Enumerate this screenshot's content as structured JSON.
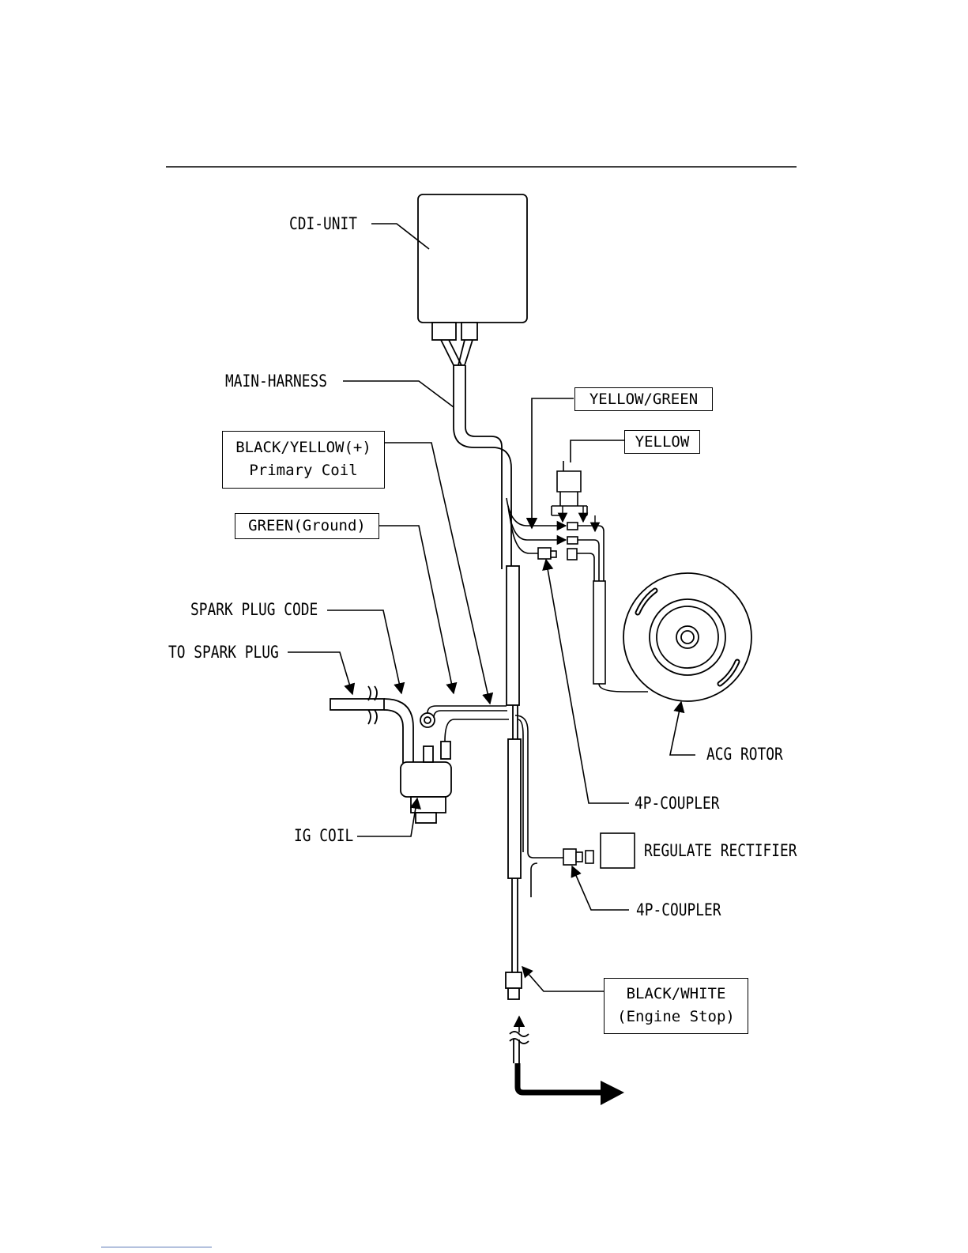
{
  "labels": {
    "cdi_unit": "CDI-UNIT",
    "main_harness": "MAIN-HARNESS",
    "yellow_green": "YELLOW/GREEN",
    "yellow": "YELLOW",
    "black_yellow": "BLACK/YELLOW(+)",
    "primary_coil": "Primary Coil",
    "green_ground": "GREEN(Ground)",
    "spark_plug_code": "SPARK PLUG CODE",
    "to_spark_plug": "TO SPARK PLUG",
    "acg_rotor": "ACG ROTOR",
    "ig_coil": "IG COIL",
    "coupler_4p_upper": "4P-COUPLER",
    "regulate_rectifier": "REGULATE RECTIFIER",
    "coupler_4p_lower": "4P-COUPLER",
    "black_white": "BLACK/WHITE",
    "engine_stop": "(Engine Stop)"
  }
}
